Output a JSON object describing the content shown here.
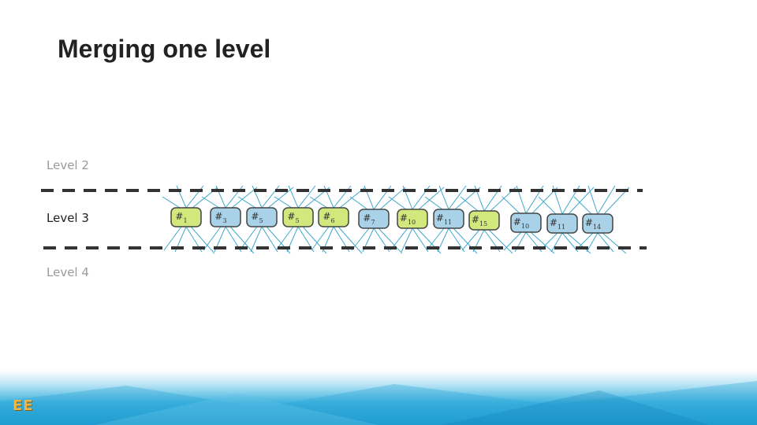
{
  "slide": {
    "title": "Merging one level",
    "logo_text": "EE"
  },
  "levels": {
    "level2": "Level 2",
    "level3": "Level 3",
    "level4": "Level 4"
  },
  "nodes": [
    {
      "label": "1",
      "color": "green"
    },
    {
      "label": "3",
      "color": "blue"
    },
    {
      "label": "5",
      "color": "blue"
    },
    {
      "label": "5",
      "color": "green"
    },
    {
      "label": "6",
      "color": "green"
    },
    {
      "label": "7",
      "color": "blue"
    },
    {
      "label": "10",
      "color": "green"
    },
    {
      "label": "11",
      "color": "blue"
    },
    {
      "label": "15",
      "color": "green"
    },
    {
      "label": "10",
      "color": "blue"
    },
    {
      "label": "11",
      "color": "blue"
    },
    {
      "label": "14",
      "color": "blue"
    }
  ],
  "colors": {
    "green": "#d2e87c",
    "blue": "#a9d2e8",
    "line": "#3fa8cc",
    "dash": "#333333",
    "node_border": "#444444"
  }
}
